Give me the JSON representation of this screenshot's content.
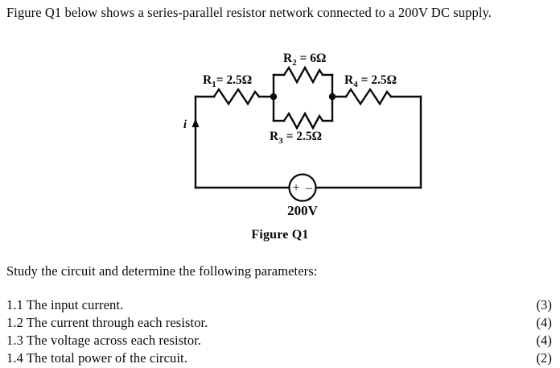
{
  "document": {
    "intro": "Figure Q1 below shows a series-parallel resistor network connected to a 200V DC supply.",
    "figure_caption": "Figure Q1",
    "study_line": "Study the circuit and determine the following parameters:"
  },
  "circuit": {
    "current_label": "i",
    "source": {
      "plus": "+",
      "minus": "–",
      "value": "200V"
    },
    "resistors": [
      {
        "name": "R",
        "subscript": "1",
        "equals": "=",
        "value": "2.5Ω",
        "full": "R1= 2.5Ω"
      },
      {
        "name": "R",
        "subscript": "2",
        "equals": "=",
        "value": "6Ω",
        "full": "R2 = 6Ω"
      },
      {
        "name": "R",
        "subscript": "3",
        "equals": "=",
        "value": "2.5Ω",
        "full": "R3 = 2.5Ω"
      },
      {
        "name": "R",
        "subscript": "4",
        "equals": "=",
        "value": "2.5Ω",
        "full": "R4 = 2.5Ω"
      }
    ]
  },
  "questions": [
    {
      "text": "1.1 The input current.",
      "marks": "(3)"
    },
    {
      "text": "1.2 The current through each resistor.",
      "marks": "(4)"
    },
    {
      "text": "1.3 The voltage across each resistor.",
      "marks": "(4)"
    },
    {
      "text": "1.4 The total power of the circuit.",
      "marks": "(2)"
    }
  ]
}
